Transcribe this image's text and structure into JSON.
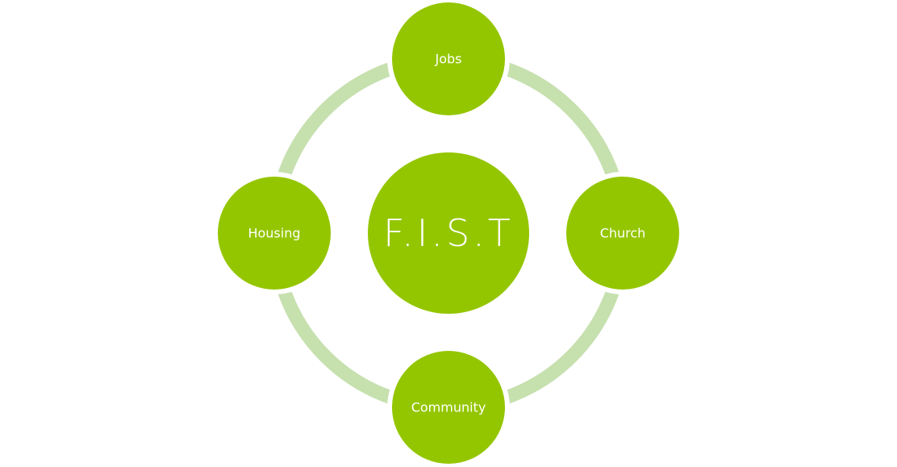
{
  "colors": {
    "node_fill": "#94c600",
    "ring_stroke": "#c6e0ae",
    "text": "#ffffff",
    "background": "#ffffff"
  },
  "center": {
    "label": "F.I.S.T"
  },
  "nodes": [
    {
      "label": "Jobs"
    },
    {
      "label": "Church"
    },
    {
      "label": "Community"
    },
    {
      "label": "Housing"
    }
  ]
}
